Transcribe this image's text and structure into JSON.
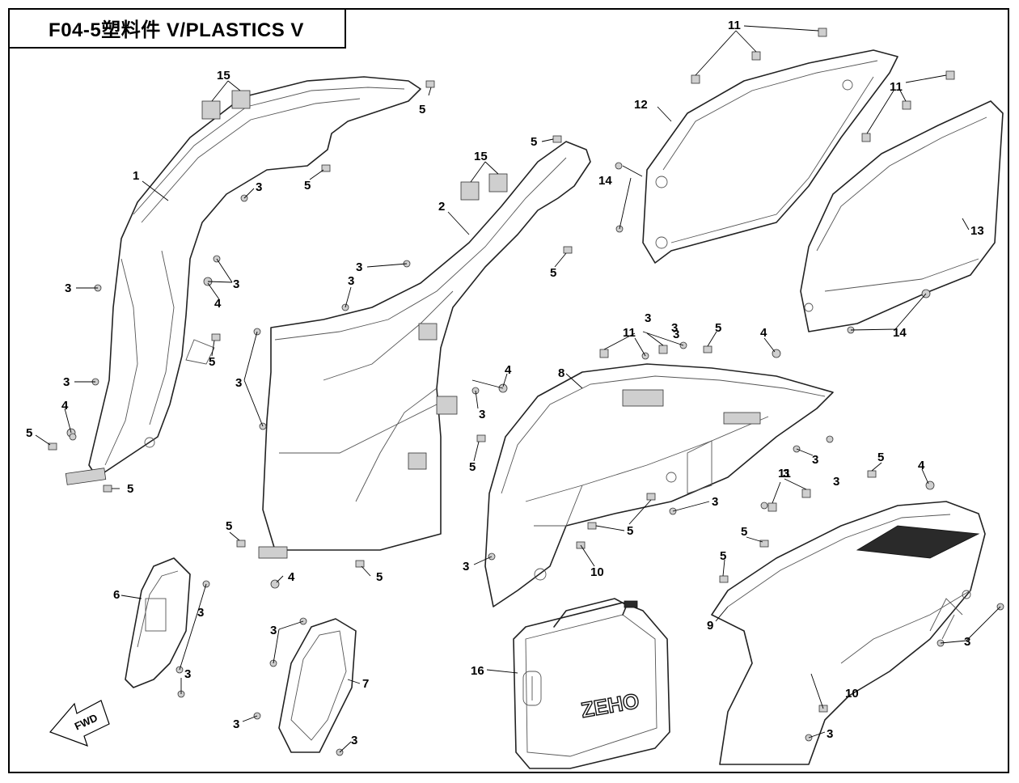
{
  "header": {
    "title": "F04-5塑料件 V/PLASTICS V"
  },
  "arrow": {
    "label": "FWD"
  },
  "logo": {
    "text": "ZEHO"
  },
  "callouts": [
    {
      "id": "c1",
      "label": "1"
    },
    {
      "id": "c2",
      "label": "2"
    },
    {
      "id": "c3a",
      "label": "3"
    },
    {
      "id": "c3b",
      "label": "3"
    },
    {
      "id": "c3c",
      "label": "3"
    },
    {
      "id": "c3d",
      "label": "3"
    },
    {
      "id": "c3e",
      "label": "3"
    },
    {
      "id": "c3f",
      "label": "3"
    },
    {
      "id": "c3g",
      "label": "3"
    },
    {
      "id": "c3h",
      "label": "3"
    },
    {
      "id": "c3i",
      "label": "3"
    },
    {
      "id": "c3j",
      "label": "3"
    },
    {
      "id": "c3k",
      "label": "3"
    },
    {
      "id": "c3l",
      "label": "3"
    },
    {
      "id": "c3m",
      "label": "3"
    },
    {
      "id": "c3n",
      "label": "3"
    },
    {
      "id": "c3o",
      "label": "3"
    },
    {
      "id": "c3p",
      "label": "3"
    },
    {
      "id": "c3q",
      "label": "3"
    },
    {
      "id": "c3r",
      "label": "3"
    },
    {
      "id": "c3s",
      "label": "3"
    },
    {
      "id": "c3t",
      "label": "3"
    },
    {
      "id": "c3u",
      "label": "3"
    },
    {
      "id": "c3v",
      "label": "3"
    },
    {
      "id": "c3w",
      "label": "3"
    },
    {
      "id": "c4a",
      "label": "4"
    },
    {
      "id": "c4b",
      "label": "4"
    },
    {
      "id": "c4c",
      "label": "4"
    },
    {
      "id": "c4d",
      "label": "4"
    },
    {
      "id": "c4e",
      "label": "4"
    },
    {
      "id": "c4f",
      "label": "4"
    },
    {
      "id": "c5a",
      "label": "5"
    },
    {
      "id": "c5b",
      "label": "5"
    },
    {
      "id": "c5c",
      "label": "5"
    },
    {
      "id": "c5d",
      "label": "5"
    },
    {
      "id": "c5e",
      "label": "5"
    },
    {
      "id": "c5f",
      "label": "5"
    },
    {
      "id": "c5g",
      "label": "5"
    },
    {
      "id": "c5h",
      "label": "5"
    },
    {
      "id": "c5i",
      "label": "5"
    },
    {
      "id": "c5j",
      "label": "5"
    },
    {
      "id": "c5k",
      "label": "5"
    },
    {
      "id": "c5l",
      "label": "5"
    },
    {
      "id": "c5m",
      "label": "5"
    },
    {
      "id": "c5n",
      "label": "5"
    },
    {
      "id": "c5o",
      "label": "5"
    },
    {
      "id": "c6",
      "label": "6"
    },
    {
      "id": "c7",
      "label": "7"
    },
    {
      "id": "c8",
      "label": "8"
    },
    {
      "id": "c9",
      "label": "9"
    },
    {
      "id": "c10a",
      "label": "10"
    },
    {
      "id": "c10b",
      "label": "10"
    },
    {
      "id": "c11a",
      "label": "11"
    },
    {
      "id": "c11b",
      "label": "11"
    },
    {
      "id": "c11c",
      "label": "11"
    },
    {
      "id": "c11d",
      "label": "11"
    },
    {
      "id": "c12",
      "label": "12"
    },
    {
      "id": "c13",
      "label": "13"
    },
    {
      "id": "c14a",
      "label": "14"
    },
    {
      "id": "c14b",
      "label": "14"
    },
    {
      "id": "c15a",
      "label": "15"
    },
    {
      "id": "c15b",
      "label": "15"
    },
    {
      "id": "c16",
      "label": "16"
    }
  ]
}
